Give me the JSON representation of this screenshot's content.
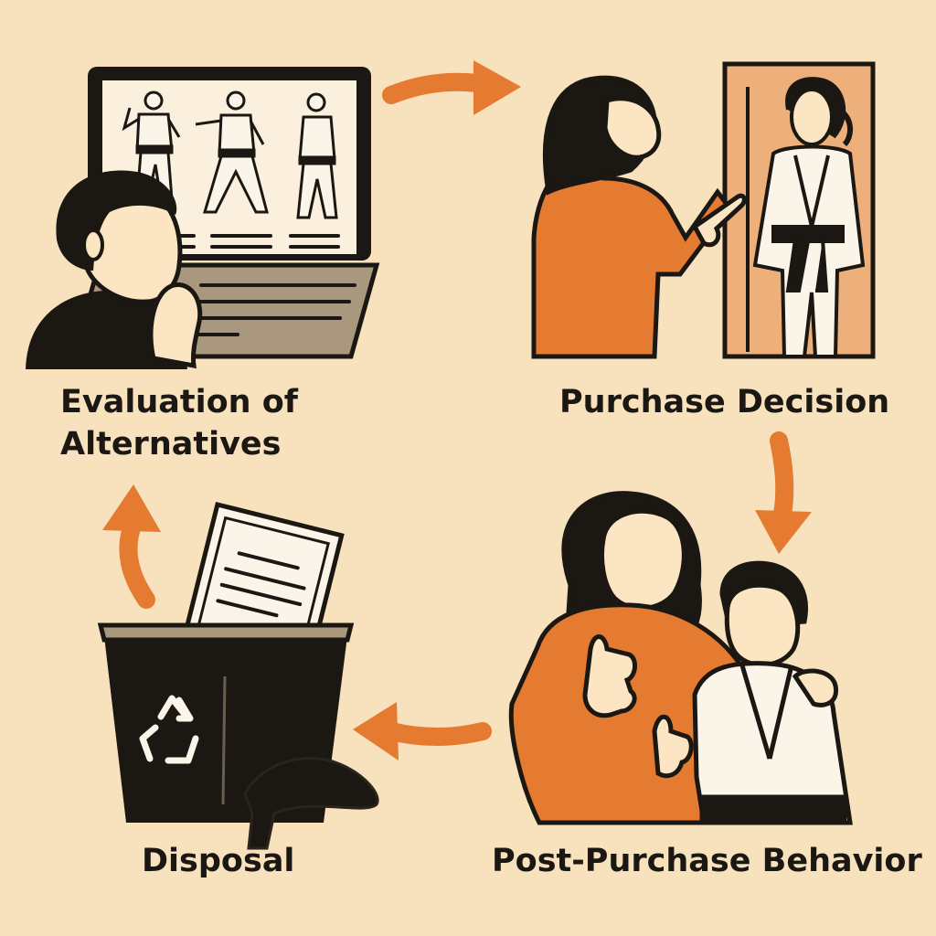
{
  "diagram": {
    "type": "cycle",
    "direction": "clockwise",
    "colors": {
      "background": "#f8e1bd",
      "accent": "#e57a31",
      "ink": "#1b1712",
      "gi": "#fbf4e8"
    },
    "stages": [
      {
        "id": "evaluation",
        "label": "Evaluation of Alternatives",
        "illustration": "person-researching-karate-classes-on-laptop"
      },
      {
        "id": "purchase",
        "label": "Purchase Decision",
        "illustration": "parent-pointing-at-child-in-karate-gi"
      },
      {
        "id": "post_purchase",
        "label": "Post-Purchase Behavior",
        "illustration": "parent-and-child-giving-thumbs-up"
      },
      {
        "id": "disposal",
        "label": "Disposal",
        "illustration": "certificate-and-belt-in-recycling-bin"
      }
    ],
    "arrows": [
      {
        "from": "evaluation",
        "to": "purchase",
        "icon": "arrow-right-icon"
      },
      {
        "from": "purchase",
        "to": "post_purchase",
        "icon": "arrow-down-icon"
      },
      {
        "from": "post_purchase",
        "to": "disposal",
        "icon": "arrow-left-icon"
      },
      {
        "from": "disposal",
        "to": "evaluation",
        "icon": "arrow-up-icon"
      }
    ]
  }
}
